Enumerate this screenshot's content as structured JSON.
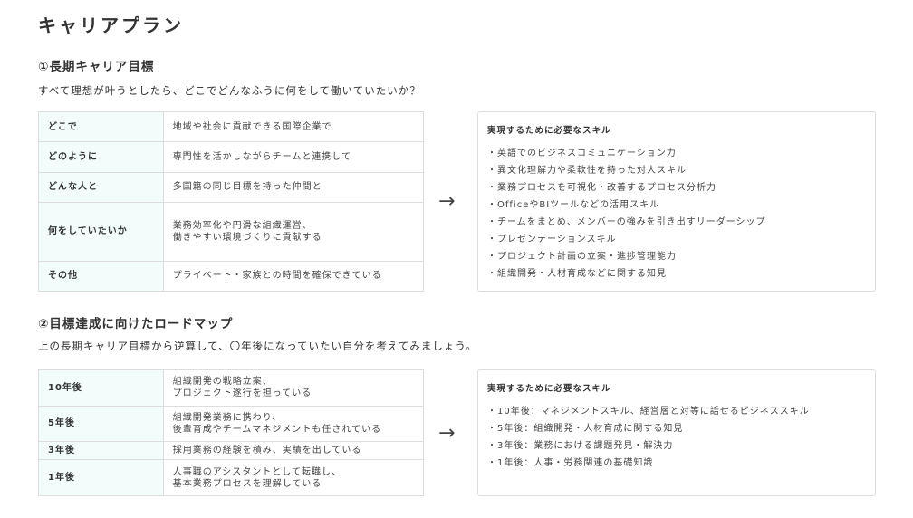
{
  "title": "キャリアプラン",
  "section1": {
    "heading": "①長期キャリア目標",
    "subtitle": "すべて理想が叶うとしたら、どこでどんなふうに何をして働いていたいか？",
    "rows": [
      {
        "label": "どこで",
        "value": "地域や社会に貢献できる国際企業で"
      },
      {
        "label": "どのように",
        "value": "専門性を活かしながらチームと連携して"
      },
      {
        "label": "どんな人と",
        "value": "多国籍の同じ目標を持った仲間と"
      },
      {
        "label": "何をしていたいか",
        "value": "業務効率化や円滑な組織運営、\n働きやすい環境づくりに貢献する"
      },
      {
        "label": "その他",
        "value": "プライベート・家族との時間を確保できている"
      }
    ],
    "skills_heading": "実現するために必要なスキル",
    "skills": [
      "英語でのビジネスコミュニケーション力",
      "異文化理解力や柔軟性を持った対人スキル",
      "業務プロセスを可視化・改善するプロセス分析力",
      "OfficeやBIツールなどの活用スキル",
      "チームをまとめ、メンバーの強みを引き出すリーダーシップ",
      "プレゼンテーションスキル",
      "プロジェクト計画の立案・進捗管理能力",
      "組織開発・人材育成などに関する知見"
    ]
  },
  "section2": {
    "heading": "②目標達成に向けたロードマップ",
    "subtitle": "上の長期キャリア目標から逆算して、〇年後になっていたい自分を考えてみましょう。",
    "rows": [
      {
        "label": "10年後",
        "value": "組織開発の戦略立案、\nプロジェクト遂行を担っている"
      },
      {
        "label": "5年後",
        "value": "組織開発業務に携わり、\n後輩育成やチームマネジメントも任されている"
      },
      {
        "label": "3年後",
        "value": "採用業務の経験を積み、実績を出している"
      },
      {
        "label": "1年後",
        "value": "人事職のアシスタントとして転職し、\n基本業務プロセスを理解している"
      }
    ],
    "skills_heading": "実現するために必要なスキル",
    "skills": [
      "10年後：マネジメントスキル、経営層と対等に話せるビジネススキル",
      "5年後：組織開発・人材育成に関する知見",
      "3年後：業務における課題発見・解決力",
      "1年後：人事・労務関連の基礎知識"
    ]
  },
  "arrow_icon": "→"
}
